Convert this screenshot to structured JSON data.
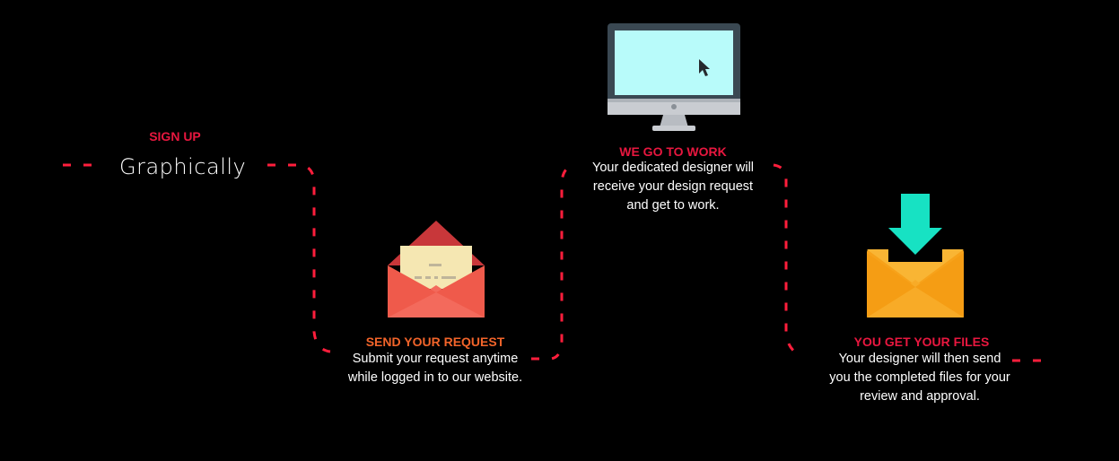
{
  "steps": [
    {
      "heading": "SIGN UP",
      "brand": "Graphically"
    },
    {
      "heading": "SEND YOUR REQUEST",
      "lines": [
        "Submit your request anytime",
        "while logged in to our website."
      ]
    },
    {
      "heading": "WE GO TO WORK",
      "lines": [
        "Your dedicated designer will",
        "receive your design request",
        "and get to work."
      ]
    },
    {
      "heading": "YOU GET YOUR FILES",
      "lines": [
        "Your designer will then send",
        "you the completed files for your",
        "review and approval."
      ]
    }
  ],
  "colors": {
    "background": "#000000",
    "accent_red": "#e8173f",
    "accent_orange": "#f2642a",
    "dash": "#ff1e3c"
  },
  "icons": [
    "open-envelope-icon",
    "desktop-monitor-icon",
    "download-envelope-icon"
  ]
}
